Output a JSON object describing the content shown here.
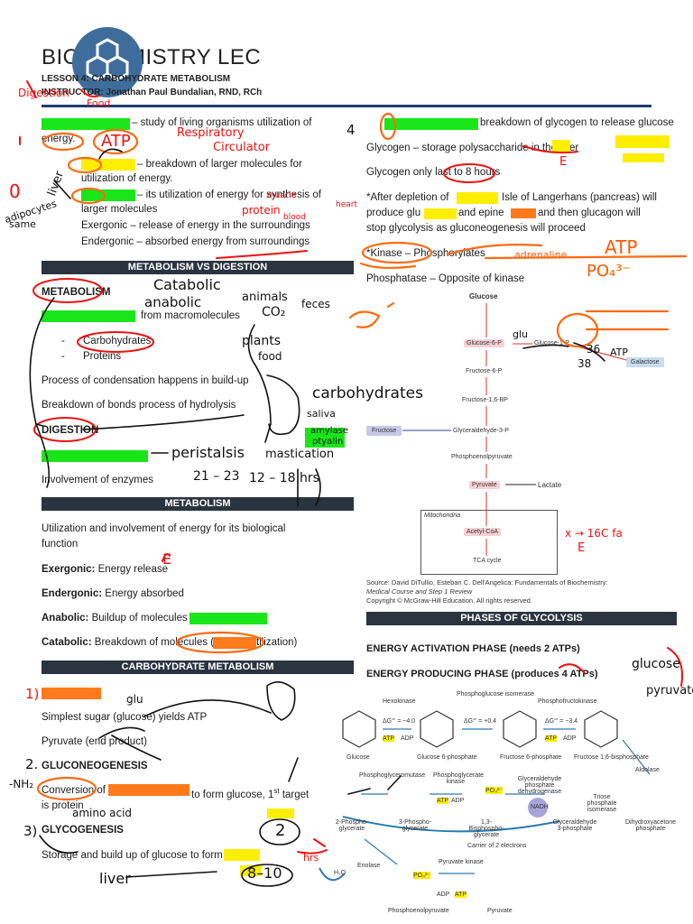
{
  "header": {
    "title": "BIOCHEMISTRY LEC",
    "lesson": "LESSON 4: CARBOHYDRATE METABOLISM",
    "instructor": "INSTRUCTOR: Jonathan Paul Bundalian, RND, RCh"
  },
  "left": {
    "intro_rest": "– study of living organisms utilization of",
    "intro_cont": "energy.",
    "bullet1_rest": "– breakdown of larger molecules for",
    "bullet1_cont": "utilization of energy.",
    "bullet2_rest": "– its utilization of energy for synthesis of",
    "bullet2_cont": "larger molecules",
    "bullet3": "Exergonic – release of energy in the surroundings",
    "bullet4": "Endergonic – absorbed energy from surroundings",
    "section1": "METABOLISM VS DIGESTION",
    "metabolism_label": "METABOLISM",
    "macromolecules": "from macromolecules",
    "item_carbs": "Carbohydrates",
    "item_proteins": "Proteins",
    "dash": "-",
    "condensation": "Process of condensation happens in build-up",
    "hydrolysis": "Breakdown of bonds process of hydrolysis",
    "digestion_label": "DIGESTION",
    "enzymes": "Involvement of enzymes",
    "section2": "METABOLISM",
    "util1": "Utilization and involvement of energy for its biological",
    "util2": "function",
    "exergonic_b": "Exergonic:",
    "exergonic_t": "Energy release",
    "endergonic_b": "Endergonic:",
    "endergonic_t": "Energy absorbed",
    "anabolic_b": "Anabolic:",
    "anabolic_t": "Buildup of molecules (",
    "catabolic_b": "Catabolic:",
    "catabolic_t": "Breakdown of molecules (",
    "catabolic_end": "tilization)",
    "section3": "CARBOHYDRATE METABOLISM",
    "simplest": "Simplest sugar (glucose) yields ATP",
    "pyruvate": "Pyruvate (end product)",
    "gluconeo": "GLUCONEOGENESIS",
    "conversion_a": "Conversion of",
    "conversion_b": "to form glucose, 1",
    "conversion_sup": "st",
    "conversion_c": "target",
    "protein": "is protein",
    "glycogenesis": "GLYCOGENESIS",
    "storage": "Storage and build up of glucose to form"
  },
  "right": {
    "num4": "4",
    "glycogenolysis_rest": "breakdown of glycogen to release glucose",
    "glycogen_storage": "Glycogen – storage polysaccharide in the liver",
    "glycogen_hours": "Glycogen only last to 8 hours",
    "after1a": "*After depletion of",
    "after1b": "Isle of Langerhans (pancreas) will",
    "after2a": "produce glu",
    "after2b": "and epine",
    "after2c": "and then glucagon will",
    "after3": "stop glycolysis as gluconeogenesis will proceed",
    "kinase": "*Kinase – Phosphorylates",
    "phosphatase": "Phosphatase – Opposite of kinase",
    "source1": "Source: David DiTullio, Esteban C. Dell'Angelica: Fundamentals of Biochemistry:",
    "source2": "Medical Course and Step 1 Review",
    "source3": "Copyright © McGraw-Hill Education. All rights reserved.",
    "section4": "PHASES OF GLYCOLYSIS",
    "phase1": "ENERGY ACTIVATION PHASE (needs 2 ATPs)",
    "phase2": "ENERGY PRODUCING PHASE (produces 4 ATPs)"
  },
  "diagram1": {
    "glucose": "Glucose",
    "g6p": "Glucose-6-P",
    "g1p": "Glucose-1-P",
    "galactose": "Galactose",
    "f6p": "Fructose-6-P",
    "f16bp": "Fructose-1,6-BP",
    "fructose": "Fructose",
    "g3p": "Glyceraldehyde-3-P",
    "pep": "Phosphoenolpyruvate",
    "pyruvate": "Pyruvate",
    "lactate": "Lactate",
    "mito": "Mitochondria",
    "acetyl": "Acetyl-CoA",
    "tca": "TCA cycle"
  },
  "diagram2": {
    "row1": [
      "Glucose",
      "Glucose 6-phosphate",
      "Fructose 6-phosphate",
      "Fructose 1,6-bisphosphate"
    ],
    "enz1": [
      "Hexokinase",
      "Phosphoglucose isomerase",
      "Phosphofructokinase"
    ],
    "dg1": [
      "ΔG°' = −4.0",
      "ΔG°' = +0.4",
      "ΔG°' = −3.4"
    ],
    "row2": [
      "2-Phospho-glycerate",
      "3-Phospho-glycerate",
      "1,3-Bisphospho-glycerate",
      "Glyceraldehyde 3-phosphate",
      "Dihydroxyacetone phosphate"
    ],
    "enz2": [
      "Phosphoglyceromutase",
      "Phosphoglycerate kinase",
      "Glyceraldehyde phosphate dehydrogenase",
      "Triose phosphate isomerase",
      "Aldolase"
    ],
    "row3": [
      "Phosphoenolpyruvate",
      "Pyruvate"
    ],
    "enz3": [
      "Enolase",
      "Pyruvate kinase"
    ],
    "atp": "ATP",
    "adp": "ADP",
    "nadh": "NADH",
    "carrier": "Carrier of 2 electrons",
    "h2o": "H₂O",
    "po3": "PO₃²⁻"
  },
  "annotations": {
    "digestion": "Digestion",
    "food": "Food",
    "atp": "ATP",
    "respiratory": "Respiratory",
    "circulator": "Circulator",
    "adipocytes": "adipocytes",
    "same": "same",
    "liver1": "liver",
    "protein": "protein",
    "muscle": "muscle",
    "blood": "blood",
    "heart": "heart",
    "catabolic": "Catabolic",
    "anabolic": "anabolic",
    "animals": "animals",
    "co2": "CO₂",
    "feces": "feces",
    "plants": "plants",
    "food2": "food",
    "carbohydrates": "carbohydrates",
    "saliva": "saliva",
    "amylase": "amylase",
    "ptyalin": "ptyalin",
    "peristalsis": "peristalsis",
    "mastication": "mastication",
    "time1": "21 – 23",
    "time2": "12 – 18 hrs",
    "glu": "glu",
    "liver2": "liver",
    "nh2": "-NH₂",
    "amino": "amino acid",
    "liver3": "liver",
    "atp2": "ATP",
    "po4": "PO₄³⁻",
    "adrenaline": "adrenaline",
    "formula": "x → 16C fa",
    "e": "E",
    "glucose_r": "glucose",
    "pyruvate_r": "pyruvate",
    "num1": "1)",
    "num2": "2.",
    "num3": "3)",
    "n36": "36",
    "n38": "38",
    "atp3": "ATP",
    "glu2": "glu",
    "val2": "2",
    "val810": "8–10",
    "hrs": "hrs",
    "e2": "E"
  }
}
